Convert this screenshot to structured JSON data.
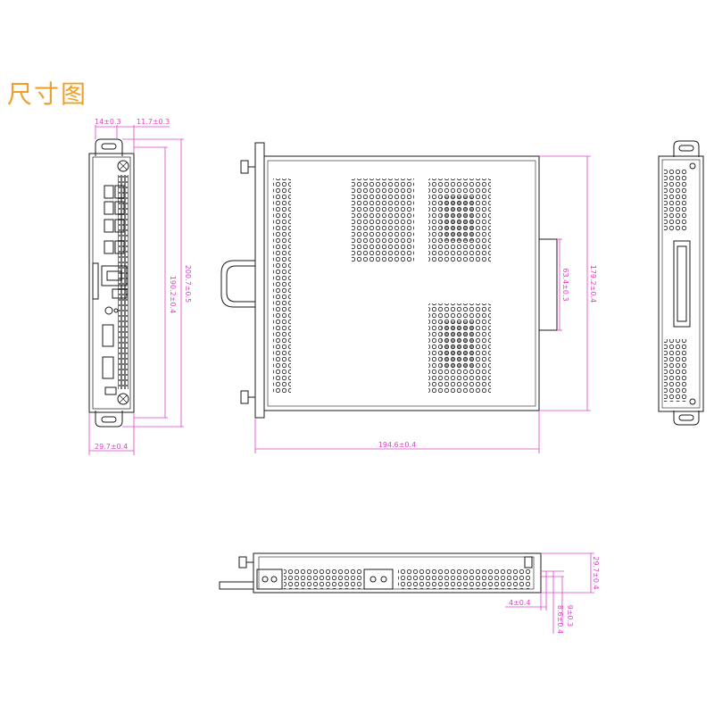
{
  "title": "尺寸图",
  "colors": {
    "title": "#f0a028",
    "dimension": "#e040c8",
    "outline": "#1a1a1a",
    "background": "#ffffff"
  },
  "dimensions": {
    "front_offset_left": "14±0.3",
    "front_offset_right": "11.7±0.3",
    "front_inner_height": "190.2±0.4",
    "front_outer_height": "200.7±0.5",
    "front_width": "29.7±0.4",
    "top_tab_height": "63.4±0.3",
    "top_height": "179.2±0.4",
    "top_width": "194.6±0.4",
    "side_height": "29.7±0.4",
    "side_offset_4": "4±0.4",
    "side_offset_8": "8.6±0.4",
    "side_offset_9": "9±0.3"
  }
}
